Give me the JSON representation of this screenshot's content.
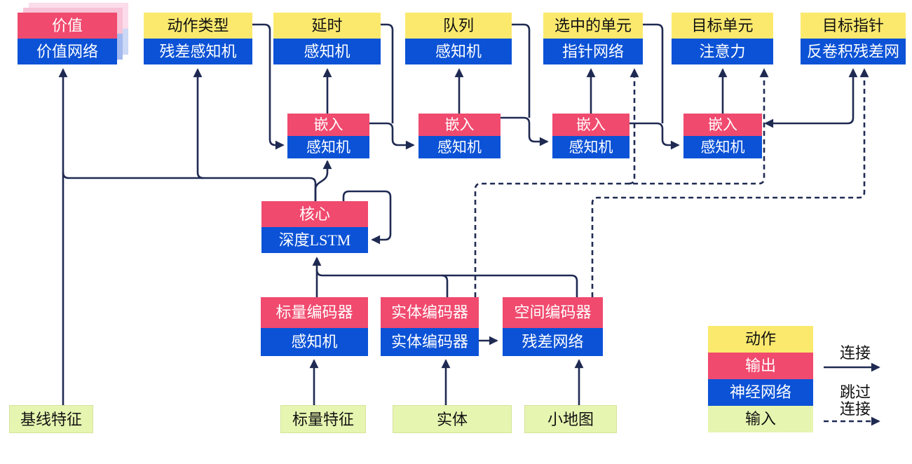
{
  "nodes": {
    "value": {
      "top": "价值",
      "bottom": "价值网络"
    },
    "action_type": {
      "top": "动作类型",
      "bottom": "残差感知机"
    },
    "delay": {
      "top": "延时",
      "bottom": "感知机"
    },
    "queue": {
      "top": "队列",
      "bottom": "感知机"
    },
    "selected_units": {
      "top": "选中的单元",
      "bottom": "指针网络"
    },
    "target_unit": {
      "top": "目标单元",
      "bottom": "注意力"
    },
    "target_point": {
      "top": "目标指针",
      "bottom": "反卷积残差网"
    },
    "embed1": {
      "top": "嵌入",
      "bottom": "感知机"
    },
    "embed2": {
      "top": "嵌入",
      "bottom": "感知机"
    },
    "embed3": {
      "top": "嵌入",
      "bottom": "感知机"
    },
    "embed4": {
      "top": "嵌入",
      "bottom": "感知机"
    },
    "core": {
      "top": "核心",
      "bottom": "深度LSTM"
    },
    "scalar_encoder": {
      "top": "标量编码器",
      "bottom": "感知机"
    },
    "entity_encoder": {
      "top": "实体编码器",
      "bottom": "实体编码器"
    },
    "spatial_encoder": {
      "top": "空间编码器",
      "bottom": "残差网络"
    },
    "baseline_features": {
      "label": "基线特征"
    },
    "scalar_features": {
      "label": "标量特征"
    },
    "entities": {
      "label": "实体"
    },
    "minimap": {
      "label": "小地图"
    }
  },
  "legend": {
    "items": [
      {
        "label": "动作",
        "color": "#FBE96E"
      },
      {
        "label": "输出",
        "color": "#F04A6E"
      },
      {
        "label": "神经网络",
        "color": "#0B52D6"
      },
      {
        "label": "输入",
        "color": "#E6F5B0"
      }
    ],
    "solid_arrow_label": "连接",
    "dashed_arrow_label_line1": "跳过",
    "dashed_arrow_label_line2": "连接"
  },
  "colors": {
    "action_yellow": "#FBE96E",
    "output_red": "#F04A6E",
    "network_blue": "#0B52D6",
    "input_green": "#E6F5B0",
    "wire_navy": "#1F2A52",
    "value_shadow_pink": "#F8C3D7",
    "value_shadow_blue": "#A4BAEF"
  }
}
